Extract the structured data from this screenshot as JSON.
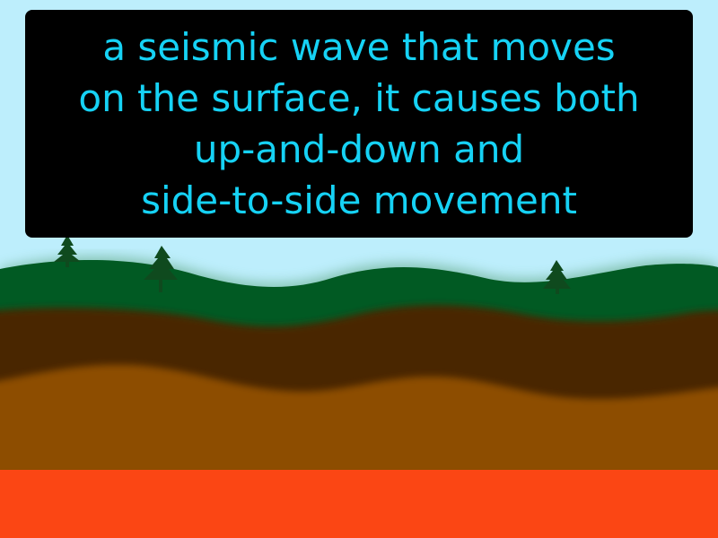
{
  "caption": {
    "lines": [
      "a seismic wave that moves",
      "on the surface, it causes both",
      "up-and-down and",
      "side-to-side movement"
    ]
  },
  "colors": {
    "sky": "#bdeefc",
    "caption_background": "#000000",
    "caption_text": "#16d2f5",
    "grass": "#015a23",
    "topsoil": "#4a2703",
    "subsoil": "#8d4d02",
    "bedrock": "#fb4614",
    "tree": "#0f4a1e"
  },
  "icons": [
    "pine-tree-icon",
    "pine-tree-icon",
    "pine-tree-icon"
  ]
}
